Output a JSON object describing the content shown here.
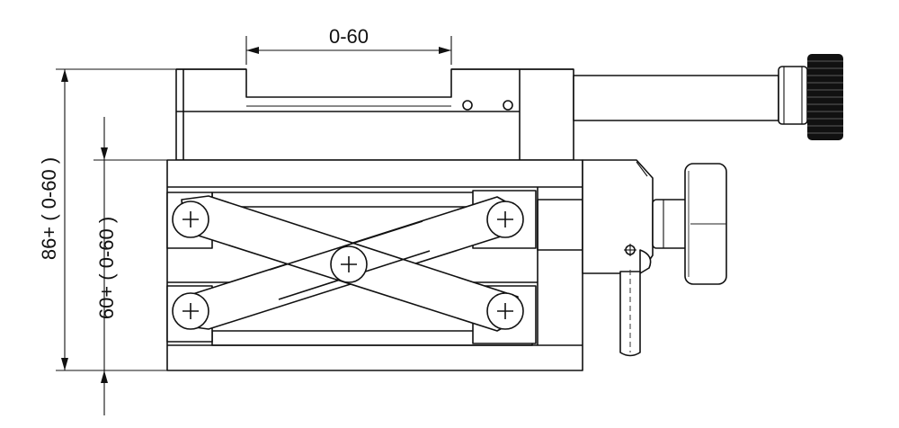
{
  "dimensions": {
    "top_width": "0-60",
    "outer_height": "86+ ( 0-60 )",
    "inner_height": "60+ ( 0-60 )"
  }
}
